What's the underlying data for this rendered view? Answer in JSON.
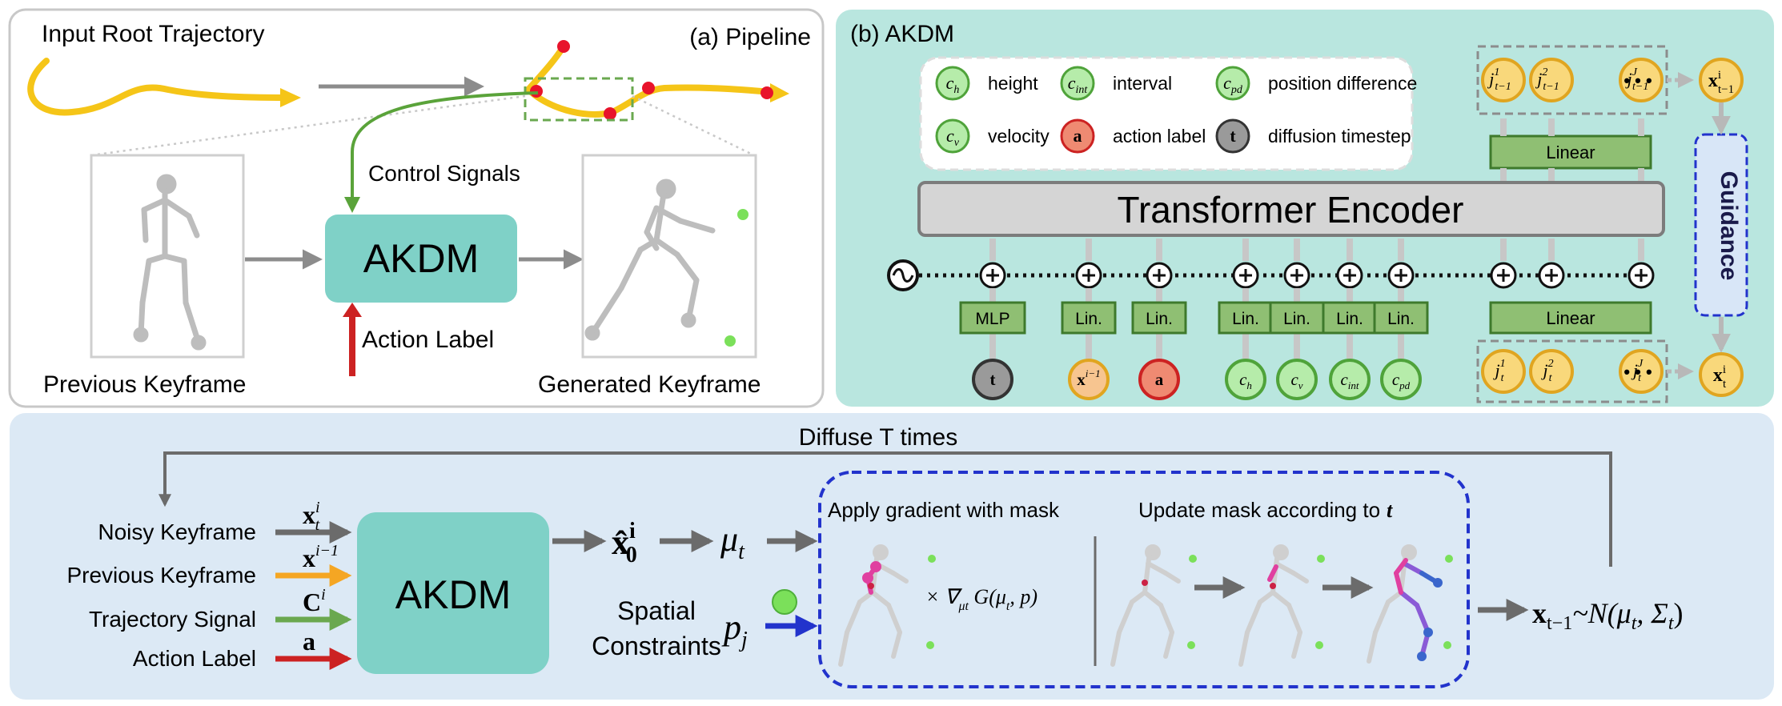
{
  "pipeline": {
    "panel_title": "(a) Pipeline",
    "input_label": "Input Root Trajectory",
    "control_signals_label": "Control Signals",
    "model_label": "AKDM",
    "action_label": "Action Label",
    "prev_keyframe_label": "Previous Keyframe",
    "gen_keyframe_label": "Generated Keyframe"
  },
  "akdm": {
    "panel_title": "(b) AKDM",
    "legend": [
      {
        "sym": "c",
        "sub": "h",
        "desc": "height",
        "kind": "green"
      },
      {
        "sym": "c",
        "sub": "int",
        "desc": "interval",
        "kind": "green"
      },
      {
        "sym": "c",
        "sub": "pd",
        "desc": "position difference",
        "kind": "green"
      },
      {
        "sym": "c",
        "sub": "v",
        "desc": "velocity",
        "kind": "green"
      },
      {
        "sym": "a",
        "sub": "",
        "desc": "action label",
        "kind": "red"
      },
      {
        "sym": "t",
        "sub": "",
        "desc": "diffusion timestep",
        "kind": "gray"
      }
    ],
    "encoder_label": "Transformer Encoder",
    "guidance_label": "Guidance",
    "top_linear_label": "Linear",
    "bottom_linear_label": "Linear",
    "mlp_label": "MLP",
    "lin_label": "Lin.",
    "ellipsis": "• • •",
    "inputs": {
      "t": "t",
      "x_prev": "x",
      "x_prev_sup": "i−1",
      "a": "a"
    }
  },
  "bottom": {
    "diffuse_label": "Diffuse T times",
    "rows": [
      {
        "label": "Noisy Keyframe",
        "sym": "x",
        "sub": "t",
        "sup": "i",
        "color": "#6b6b6b"
      },
      {
        "label": "Previous Keyframe",
        "sym": "x",
        "sub": "",
        "sup": "i−1",
        "color": "#f5a623"
      },
      {
        "label": "Trajectory Signal",
        "sym": "C",
        "sub": "",
        "sup": "i",
        "color": "#6aa84f"
      },
      {
        "label": "Action Label",
        "sym": "a",
        "sub": "",
        "sup": "",
        "color": "#cc2222"
      }
    ],
    "model_label": "AKDM",
    "x0_sym": "x̂",
    "x0_sub": "0",
    "x0_sup": "i",
    "mu_sym": "μ",
    "mu_sub": "t",
    "spatial_line1": "Spatial",
    "spatial_line2": "Constraints",
    "p_sym": "p",
    "p_sub": "j",
    "apply_label": "Apply gradient with mask",
    "update_label": "Update mask according to",
    "update_t": "t",
    "grad_text": "× ∇",
    "grad_sub": "μt",
    "grad_rest": " G(μ",
    "grad_rest_sub": "t",
    "grad_end": ", p)",
    "result_sym": "x",
    "result_sub": "t−1",
    "result_rest": "~N(μ",
    "result_rest_sub": "t",
    "result_end": ", Σ",
    "result_end_sub": "t",
    "result_close": ")"
  },
  "colors": {
    "teal": "#7fd1c7",
    "panel_b_bg": "#b9e6df",
    "panel_bottom_bg": "#dce9f5",
    "green_box": "#8fbf73",
    "trajectory": "#f5c518",
    "red_point": "#e8132b",
    "keypoint_green": "#7be05a",
    "guidance_border": "#2233cc"
  }
}
